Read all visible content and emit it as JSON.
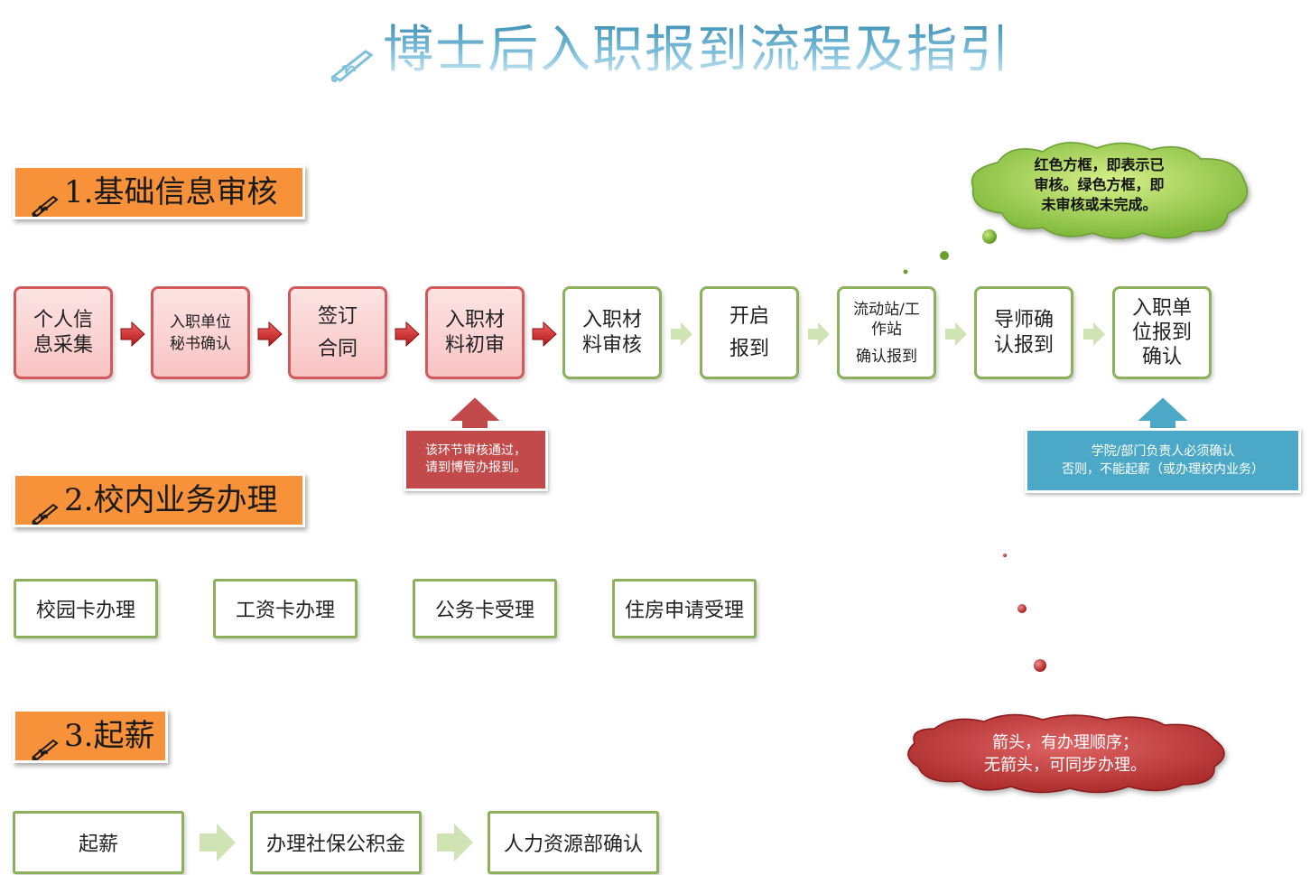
{
  "title": "博士后入职报到流程及指引",
  "colors": {
    "orange": "#f7923a",
    "green_border": "#8db15a",
    "red_border": "#d35a5a",
    "red_note": "#c24a4a",
    "blue_note": "#4ba8c6",
    "title_blue": "#5fa8c6"
  },
  "sections": [
    {
      "label": "1.基础信息审核",
      "icon": "pen-writing-icon"
    },
    {
      "label": "2.校内业务办理",
      "icon": "pen-writing-icon"
    },
    {
      "label": "3.起薪",
      "icon": "pen-writing-icon"
    }
  ],
  "flow1": [
    {
      "lines": [
        "个人信",
        "息采集"
      ],
      "status": "reviewed"
    },
    {
      "lines": [
        "入职单位",
        "秘书确认"
      ],
      "status": "reviewed"
    },
    {
      "lines": [
        "签订",
        "合同"
      ],
      "status": "reviewed"
    },
    {
      "lines": [
        "入职材",
        "料初审"
      ],
      "status": "reviewed"
    },
    {
      "lines": [
        "入职材",
        "料审核"
      ],
      "status": "pending"
    },
    {
      "lines": [
        "开启",
        "报到"
      ],
      "status": "pending"
    },
    {
      "lines": [
        "流动站/工",
        "作站",
        "确认报到"
      ],
      "status": "pending"
    },
    {
      "lines": [
        "导师确",
        "认报到"
      ],
      "status": "pending"
    },
    {
      "lines": [
        "入职单",
        "位报到",
        "确认"
      ],
      "status": "pending"
    }
  ],
  "notes": {
    "red": [
      "该环节审核通过，",
      "请到博管办报到。"
    ],
    "blue": [
      "学院/部门负责人必须确认",
      "否则，不能起薪（或办理校内业务）"
    ]
  },
  "flow2": [
    "校园卡办理",
    "工资卡办理",
    "公务卡受理",
    "住房申请受理"
  ],
  "flow3": [
    "起薪",
    "办理社保公积金",
    "人力资源部确认"
  ],
  "legend_cloud": [
    "红色方框，即表示已",
    "审核。绿色方框，即",
    "未审核或未完成。"
  ],
  "arrow_cloud": [
    "箭头，有办理顺序；",
    "无箭头，可同步办理。"
  ]
}
